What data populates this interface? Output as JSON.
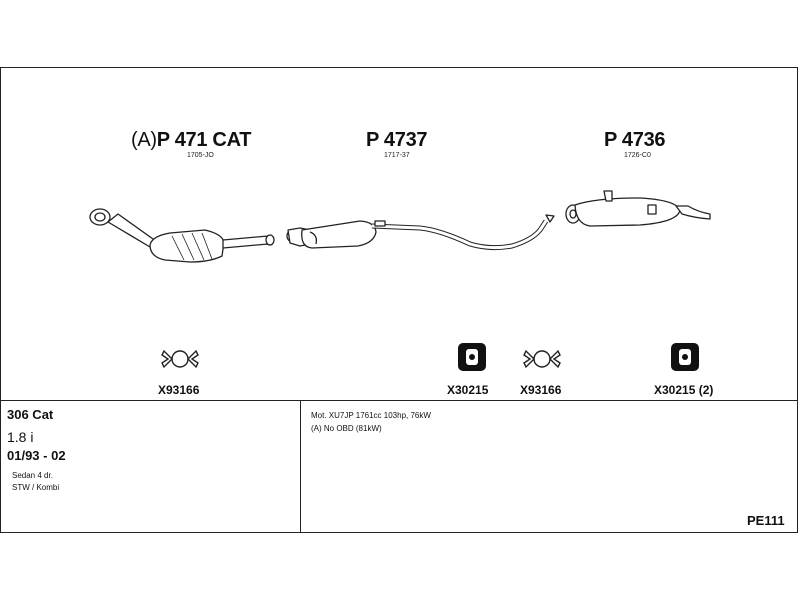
{
  "parts": [
    {
      "prefix": "(A)",
      "number": "P 471 CAT",
      "ref": "1705-JO"
    },
    {
      "prefix": "",
      "number": "P 4737",
      "ref": "1717-37"
    },
    {
      "prefix": "",
      "number": "P 4736",
      "ref": "1726-C0"
    }
  ],
  "accessories": [
    {
      "label": "X93166",
      "icon": "clamp-icon"
    },
    {
      "label": "X30215",
      "icon": "rubber-hanger-icon"
    },
    {
      "label": "X93166",
      "icon": "clamp-icon"
    },
    {
      "label": "X30215 (2)",
      "icon": "rubber-hanger-icon"
    }
  ],
  "vehicle": {
    "model": "306 Cat",
    "engine": "1.8 i",
    "years": "01/93 - 02",
    "body_types": [
      "Sedan 4 dr.",
      "STW / Kombi"
    ]
  },
  "notes": [
    "Mot. XU7JP 1761cc 103hp, 76kW",
    "(A) No OBD (81kW)"
  ],
  "code": "PE111"
}
